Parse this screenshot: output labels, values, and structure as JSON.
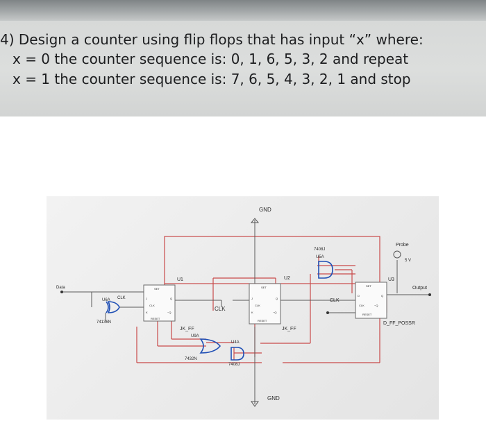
{
  "question": {
    "line1": "4) Design a counter using flip flops that has input “x” where:",
    "line2": "x = 0 the counter sequence is: 0, 1, 6, 5, 3, 2 and repeat",
    "line3": "x = 1 the counter sequence is: 7, 6, 5, 4, 3, 2, 1 and stop"
  },
  "circuit": {
    "gnd_top": "GND",
    "gnd_bottom": "GND",
    "data": "Data",
    "output": "Output",
    "probe": "Probe",
    "probe_voltage": "5 V",
    "clk_left": "CLK",
    "clk_mid": "CLK",
    "clk_right": "CLK",
    "u6a": "U6A",
    "u6a_part": "74136N",
    "u1": "U1",
    "u1_type": "JK_FF",
    "u2": "U2",
    "u2_type": "JK_FF",
    "u3": "U3",
    "u3_type": "D_FF_POSSR",
    "u5a": "U5A",
    "u5a_part": "7408J",
    "u9a": "U9A",
    "u9a_part": "7432N",
    "u4a": "U4A",
    "u4a_part": "7408J",
    "pin_set": "SET",
    "pin_reset": "RESET",
    "pin_clk": "CLK",
    "pin_j": "J",
    "pin_k": "K",
    "pin_q": "Q",
    "pin_nq": "~Q",
    "pin_d": "D"
  },
  "colors": {
    "wire": "#c94a4a",
    "gate": "#1f4fb5",
    "text": "#1d1e20"
  }
}
